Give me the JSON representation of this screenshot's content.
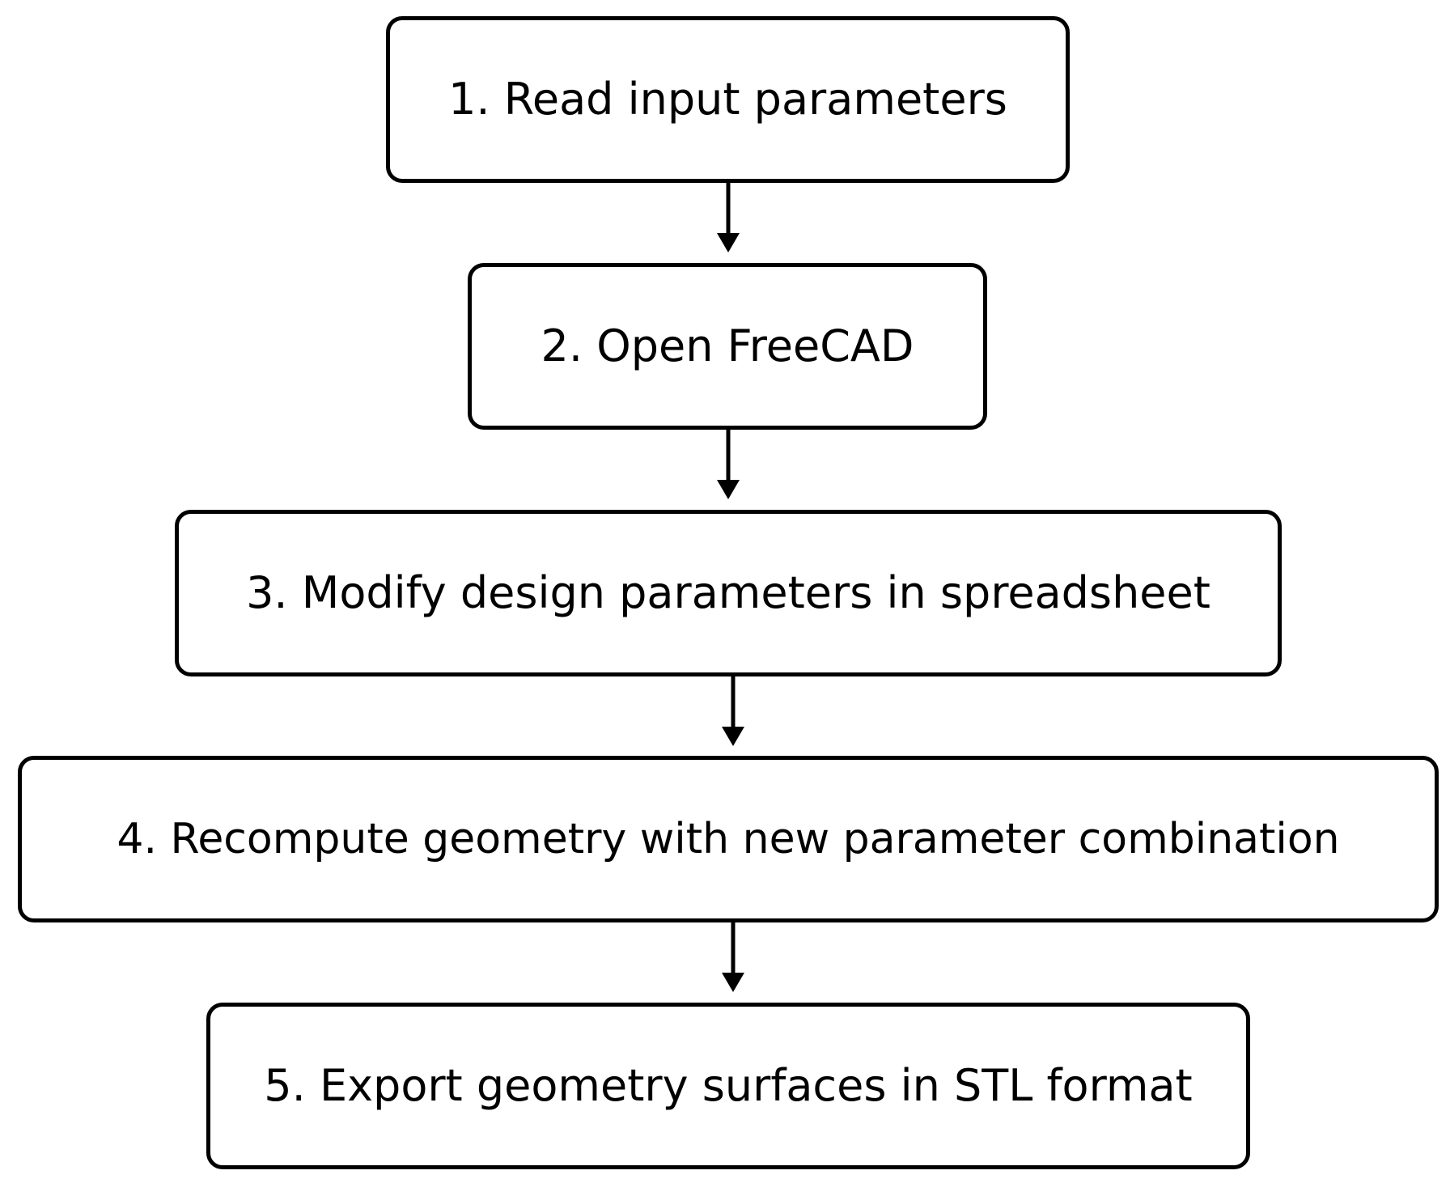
{
  "steps": [
    {
      "label": "1. Read input parameters"
    },
    {
      "label": "2. Open FreeCAD"
    },
    {
      "label": "3. Modify design parameters in spreadsheet"
    },
    {
      "label": "4. Recompute geometry with new parameter combination"
    },
    {
      "label": "5. Export geometry surfaces in STL format"
    }
  ],
  "colors": {
    "stroke": "#000000",
    "background": "#ffffff"
  }
}
